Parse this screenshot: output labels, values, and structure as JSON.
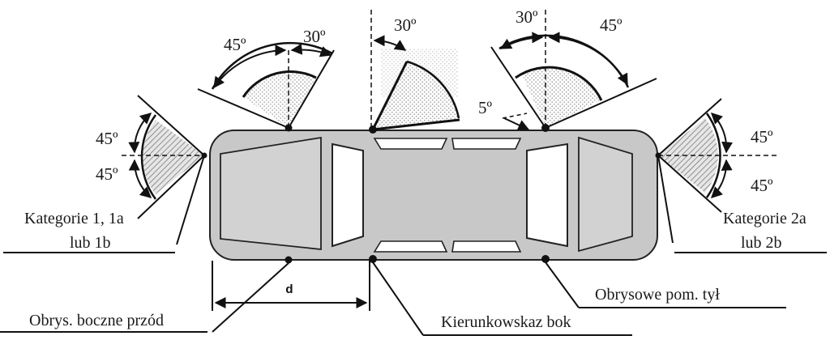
{
  "labels": {
    "front_top_outer": "45º",
    "front_top_inner": "30º",
    "side_indicator": "30º",
    "rear_top_inner": "30º",
    "rear_top_outer": "45º",
    "rear_offset": "5º",
    "front_up": "45º",
    "front_down": "45º",
    "rear_up": "45º",
    "rear_down": "45º",
    "cat_front_line1": "Kategorie 1, 1a",
    "cat_front_line2": "lub 1b",
    "cat_rear_line1": "Kategorie 2a",
    "cat_rear_line2": "lub 2b",
    "dimension": "d",
    "obrys_front": "Obrys. boczne przód",
    "indicator_side": "Kierunkowskaz bok",
    "obrys_rear": "Obrysowe pom. tył"
  },
  "colors": {
    "car_body": "#c8c8c8",
    "car_window": "#d2d2d2",
    "glass_white": "#ffffff",
    "stipple": "#b4b4b4",
    "hatch": "#8c8c8c",
    "line": "#111111"
  }
}
